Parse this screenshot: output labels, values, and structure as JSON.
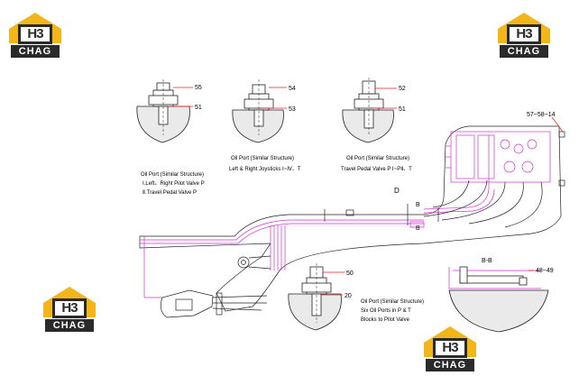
{
  "logo": {
    "mark": "H3",
    "band": "CHAG"
  },
  "details": {
    "d1": {
      "top": "55",
      "bottom": "51"
    },
    "d2": {
      "top": "54",
      "bottom": "53"
    },
    "d3": {
      "top": "52",
      "bottom": "51"
    },
    "d4": {
      "top": "50",
      "bottom": "20"
    }
  },
  "callouts": {
    "top_right": "57~58~14",
    "section": "B-B",
    "section_num": "48~49",
    "view_d": "D",
    "b_upper": "B",
    "b_lower": "B"
  },
  "notes": {
    "n1": [
      "Oil Port (Similar Structure)",
      "Ⅰ.Left、Right Pilot Valve P",
      "Ⅱ.Travel Pedal Valve P"
    ],
    "n2": [
      "Oil Port (Similar Structure)",
      "Left & Right Joysticks Ⅰ~Ⅳ、T"
    ],
    "n3": [
      "Oil Port (Similar Structure)",
      "Travel Pedal Valve P Ⅰ~PⅡ、T"
    ],
    "n4": [
      "Oil Port (Similar Structure)",
      "Six Oil Ports in P & T",
      "Blocks to Pilot Valve"
    ]
  },
  "colors": {
    "line": "#222222",
    "pipe": "#d62fd6",
    "leader": "#e02020",
    "logo_gold": "#f2b51a",
    "logo_dark": "#2a2a2a"
  }
}
